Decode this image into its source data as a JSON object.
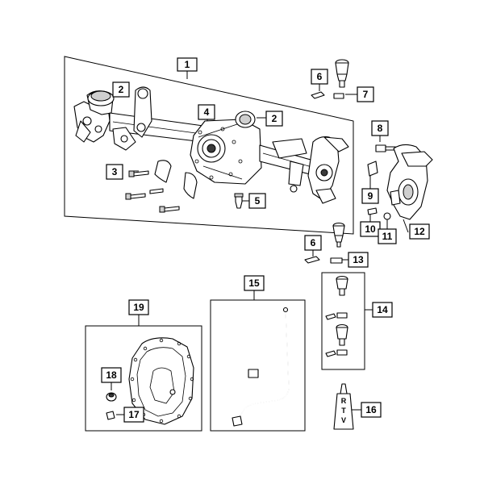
{
  "diagram": {
    "callouts": [
      {
        "id": "c1",
        "label": "1"
      },
      {
        "id": "c2a",
        "label": "2"
      },
      {
        "id": "c2b",
        "label": "2"
      },
      {
        "id": "c3",
        "label": "3"
      },
      {
        "id": "c4",
        "label": "4"
      },
      {
        "id": "c5",
        "label": "5"
      },
      {
        "id": "c6a",
        "label": "6"
      },
      {
        "id": "c6b",
        "label": "6"
      },
      {
        "id": "c7",
        "label": "7"
      },
      {
        "id": "c8",
        "label": "8"
      },
      {
        "id": "c9",
        "label": "9"
      },
      {
        "id": "c10",
        "label": "10"
      },
      {
        "id": "c11",
        "label": "11"
      },
      {
        "id": "c12",
        "label": "12"
      },
      {
        "id": "c13",
        "label": "13"
      },
      {
        "id": "c14",
        "label": "14"
      },
      {
        "id": "c15",
        "label": "15"
      },
      {
        "id": "c16",
        "label": "16"
      },
      {
        "id": "c17",
        "label": "17"
      },
      {
        "id": "c18",
        "label": "18"
      },
      {
        "id": "c19",
        "label": "19"
      }
    ],
    "tube_label": "RTV"
  }
}
